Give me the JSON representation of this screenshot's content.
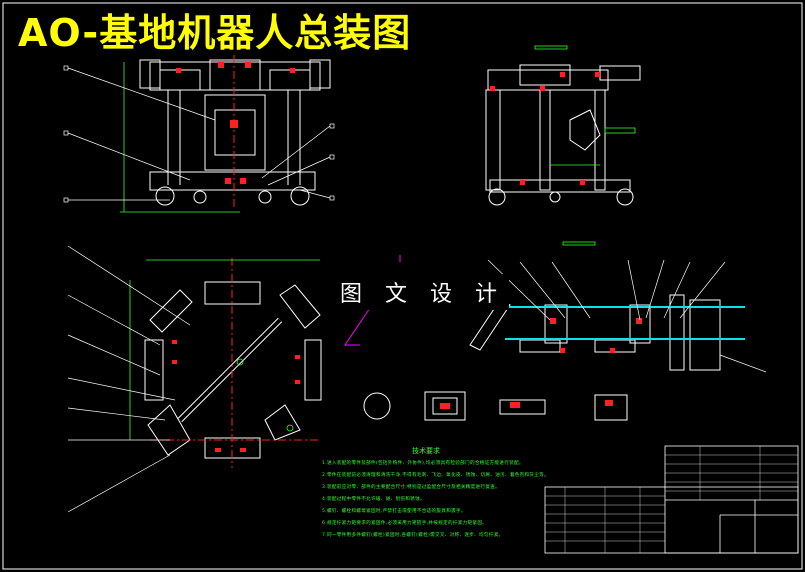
{
  "drawing": {
    "title": "AO-基地机器人总装图",
    "watermark": "图 文 设 计",
    "technical_requirements": {
      "title": "技术要求",
      "notes": [
        "1.进入装配的零件及部件(包括外购件、外协件),均必须具有检验部门的合格证方能进行装配。",
        "2.零件在装配前必须清理和清洗干净,不得有毛刺、飞边、氧化皮、锈蚀、切屑、油污、着色剂和灰尘等。",
        "3.装配前应对零、部件的主要配合尺寸,特别是过盈配合尺寸及相关精度进行复查。",
        "4.装配过程中零件不允许磕、碰、划伤和锈蚀。",
        "5.螺钉、螺栓和螺母紧固时,严禁打击或使用不合适的旋具和扳手。",
        "6.规定拧紧力矩要求的紧固件,必须采用力矩扳手,并按规定的拧紧力矩紧固。",
        "7.同一零件用多件螺钉(螺栓)紧固时,各螺钉(螺栓)需交叉、对称、逐步、均匀拧紧。"
      ]
    },
    "colors": {
      "background": "#000000",
      "title": "#ffff00",
      "outline": "#ffffff",
      "annotation": "#33ff33",
      "part_red": "#ff2020",
      "part_cyan": "#00e5e5",
      "part_magenta": "#ff00ff"
    }
  }
}
